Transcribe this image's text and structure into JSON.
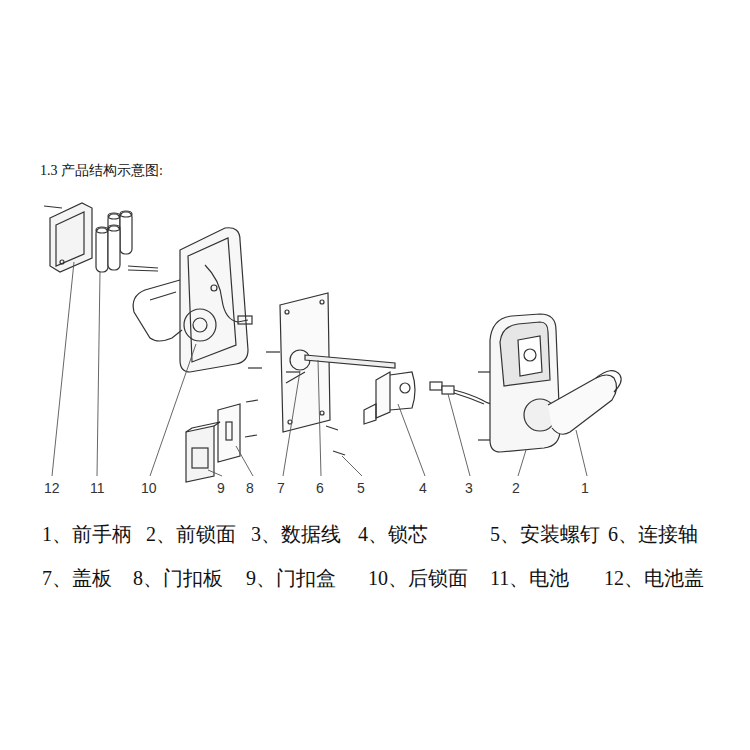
{
  "diagram": {
    "title": "1.3 产品结构示意图:",
    "labels": [
      "12",
      "11",
      "10",
      "9",
      "8",
      "7",
      "6",
      "5",
      "4",
      "3",
      "2",
      "1",
      "1、前手柄",
      "2、前锁面",
      "3、数据线",
      "4、锁芯",
      "5、安装螺钉",
      "6、连接轴",
      "7、盖板",
      "8、门扣板",
      "9、门扣盒",
      "10、后锁面",
      "11、电池",
      "12、电池盖"
    ]
  }
}
